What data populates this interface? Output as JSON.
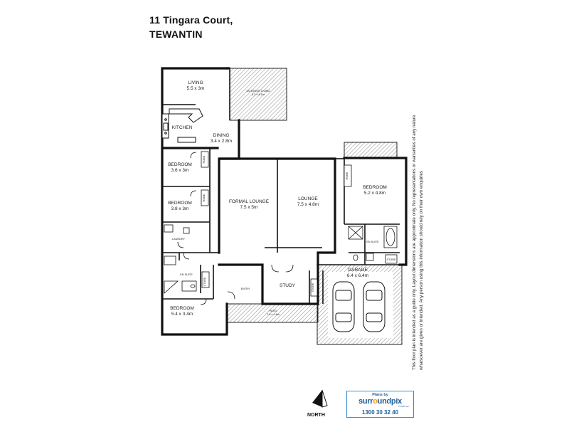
{
  "header": {
    "address_line1": "11 Tingara Court,",
    "address_line2": "TEWANTIN"
  },
  "rooms": {
    "living": {
      "name": "LIVING",
      "dims": "5.5 x 3m"
    },
    "outdoor_living": {
      "name": "OUTDOOR LIVING",
      "dims": "4.2 x 4.1m"
    },
    "kitchen": {
      "name": "KITCHEN"
    },
    "dining": {
      "name": "DINING",
      "dims": "3.4 x 2.8m"
    },
    "bedroom2": {
      "name": "BEDROOM",
      "dims": "3.6 x 3m"
    },
    "bedroom3": {
      "name": "BEDROOM",
      "dims": "3.8 x 3m"
    },
    "formal_lounge": {
      "name": "FORMAL LOUNGE",
      "dims": "7.5 x 5m"
    },
    "lounge": {
      "name": "LOUNGE",
      "dims": "7.5 x 4.8m"
    },
    "bedroom_main": {
      "name": "BEDROOM",
      "dims": "5.2 x 4.8m"
    },
    "laundry": {
      "name": "LAUNDRY"
    },
    "ensuite_left": {
      "name": "EN SUITE"
    },
    "ensuite_right": {
      "name": "EN SUITE"
    },
    "store_left": {
      "name": "STORE"
    },
    "store_right": {
      "name": "STORE"
    },
    "store_garage": {
      "name": "STORE"
    },
    "entry": {
      "name": "ENTRY"
    },
    "study": {
      "name": "STUDY"
    },
    "garage": {
      "name": "GARAGE",
      "dims": "6.4 x 6.4m"
    },
    "patio": {
      "name": "PATIO",
      "dims": "7.6 x 1.6m"
    },
    "bedroom4": {
      "name": "BEDROOM",
      "dims": "5.4 x 3.4m"
    },
    "robe1": {
      "name": "ROBE"
    },
    "robe2": {
      "name": "ROBE"
    },
    "robe3": {
      "name": "ROBE"
    },
    "wir": {
      "name": "ROBE"
    }
  },
  "disclaimer": {
    "line1": "This floor plan is intended as a guide only. Layout dimensions are approximate only. No representations or warranties of any nature",
    "line2": "whatsoever are given or intended. Any person using this information should rely on their own enquiries"
  },
  "north": {
    "label": "NORTH"
  },
  "branding": {
    "plans_by": "Plans by",
    "brand_start": "surr",
    "brand_accent": "o",
    "brand_end": "undpix",
    "sub": "TOURS etc",
    "phone": "1300 30 32 40"
  },
  "colors": {
    "wall": "#111111",
    "hatch": "#555555",
    "logo_blue": "#1c5f9a",
    "logo_accent": "#f0a030"
  }
}
